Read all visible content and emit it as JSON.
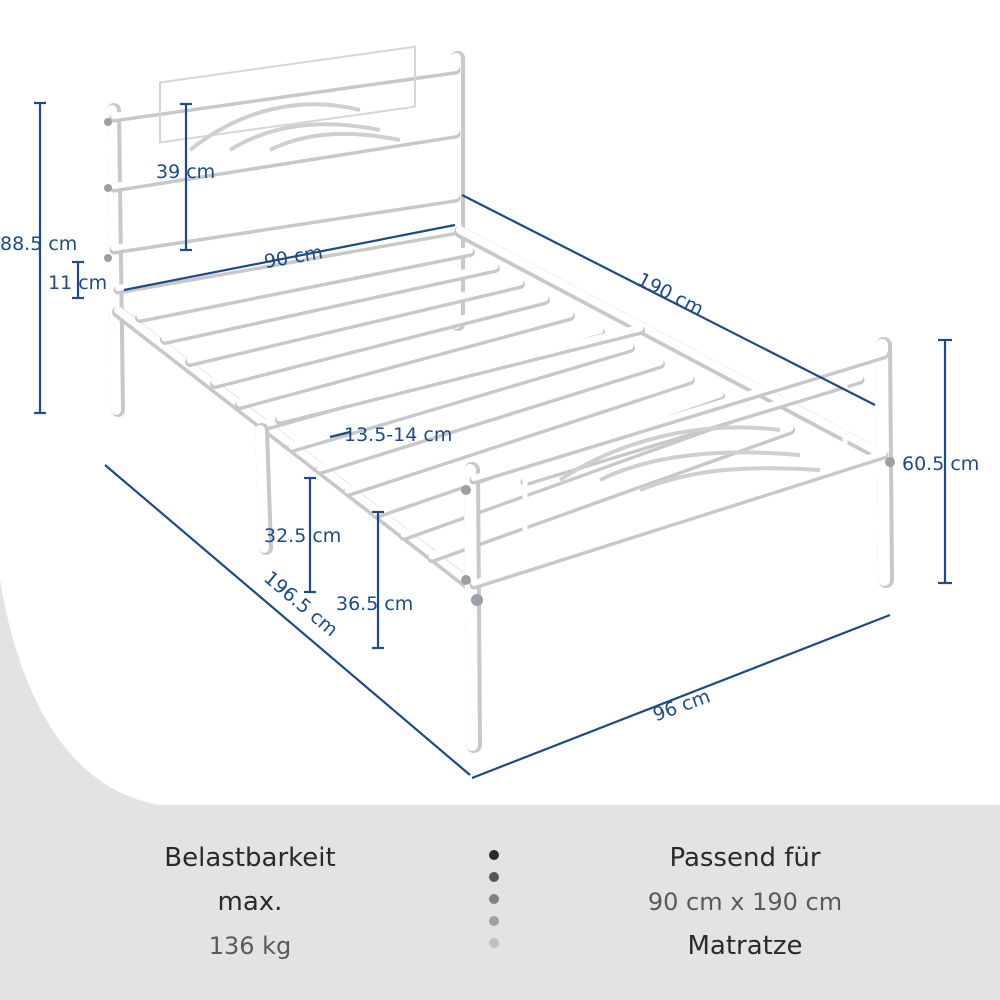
{
  "dimensions": {
    "total_height": "88.5 cm",
    "headboard_panel": "39 cm",
    "side_gap": "11 cm",
    "inner_width": "90 cm",
    "inner_length": "190 cm",
    "footboard_height": "60.5 cm",
    "slat_spacing": "13.5-14 cm",
    "underbed_clearance": "32.5 cm",
    "frame_height": "36.5 cm",
    "outer_length": "196.5 cm",
    "outer_width": "96 cm"
  },
  "info": {
    "load_title_line1": "Belastbarkeit",
    "load_title_line2": "max.",
    "load_value": "136 kg",
    "fit_title": "Passend für",
    "fit_size": "90 cm x 190 cm",
    "fit_item": "Matratze"
  },
  "colors": {
    "background": "#e3e3e3",
    "foreground_panel": "#ffffff",
    "dimension": "#1f4a84",
    "frame": "#ffffff"
  }
}
